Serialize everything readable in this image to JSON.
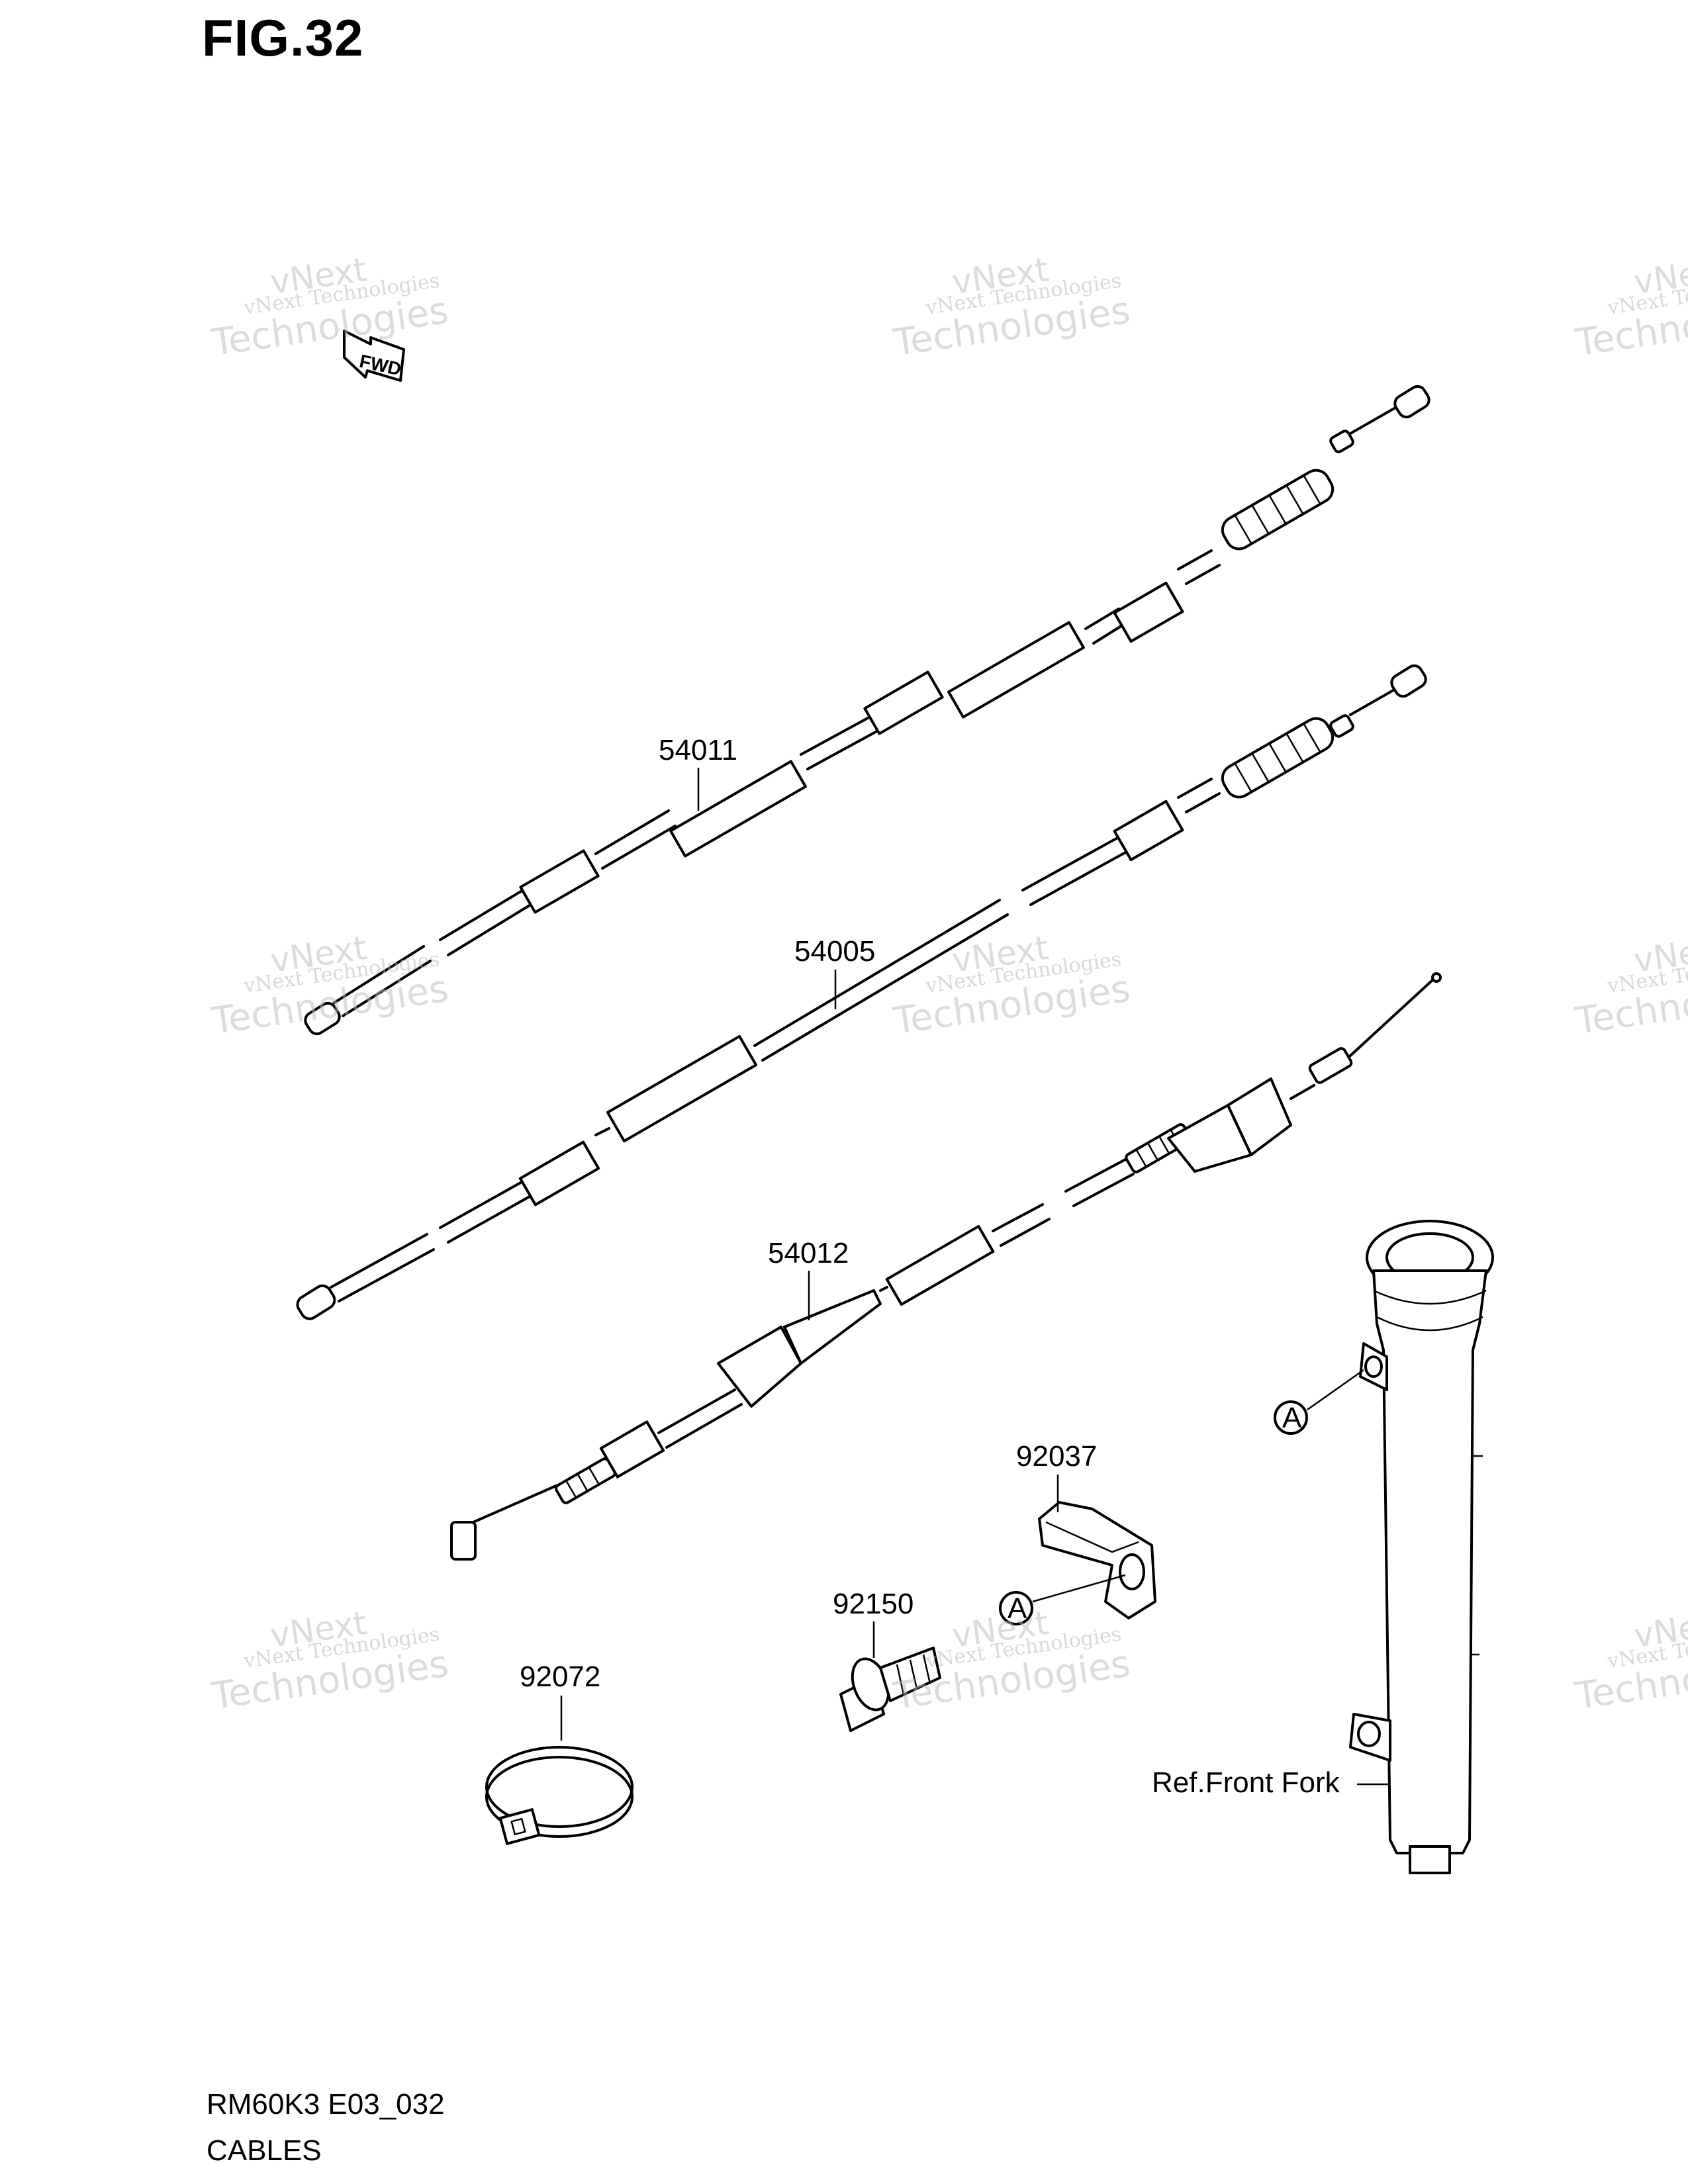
{
  "figure": {
    "title": "FIG.32"
  },
  "footer": {
    "code": "RM60K3 E03_032",
    "title": "CABLES"
  },
  "fwd_label": "FWD",
  "watermark": {
    "line1": "vNext Technologies",
    "line2": "vNext",
    "line3": "Technologies"
  },
  "parts": [
    {
      "number": "54011"
    },
    {
      "number": "54005"
    },
    {
      "number": "54012"
    },
    {
      "number": "92037"
    },
    {
      "number": "92150"
    },
    {
      "number": "92072"
    }
  ],
  "reference": {
    "label": "Ref.Front Fork",
    "marker": "A"
  }
}
